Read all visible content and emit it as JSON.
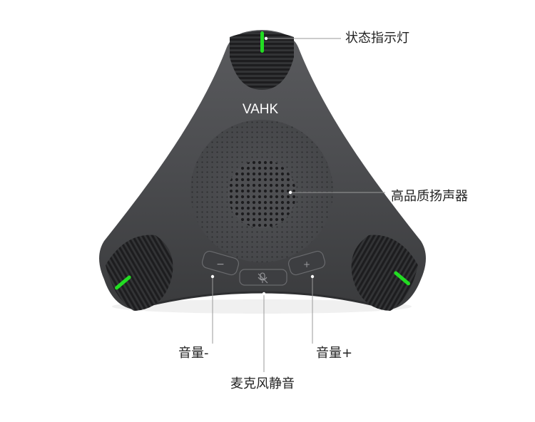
{
  "product": {
    "brand_logo": "VAHK",
    "body_color": "#4a4b4d",
    "led_color": "#22dd22"
  },
  "buttons": {
    "volume_minus_symbol": "−",
    "volume_plus_symbol": "+",
    "mute_icon": "mic-mute-icon"
  },
  "callouts": {
    "status_light": "状态指示灯",
    "speaker": "高品质扬声器",
    "volume_minus": "音量-",
    "volume_plus": "音量+",
    "mic_mute": "麦克风静音"
  }
}
